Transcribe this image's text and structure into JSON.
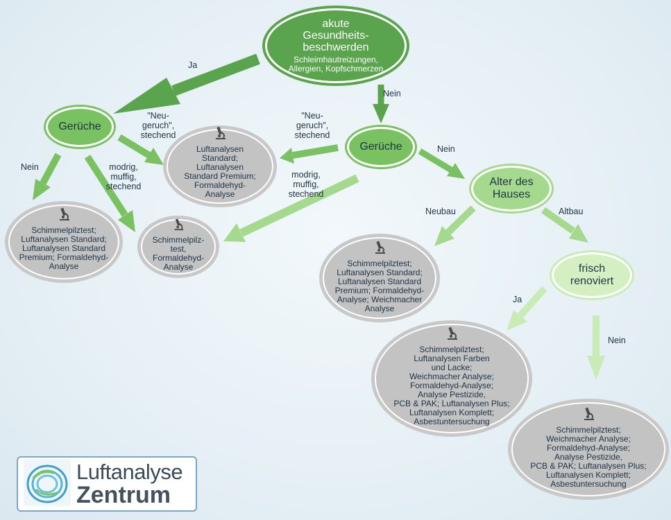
{
  "colors": {
    "dark_green": "#5ba44e",
    "mid_green": "#79c161",
    "light_green": "#a5d98d",
    "pale_green": "#c9ecb6",
    "gray_ellipse": "#c3c3c3",
    "text_dark": "#1d3346"
  },
  "icons": {
    "result_icon": "microscope-icon",
    "logo_icon": "spiral-logo-icon"
  },
  "nodes": {
    "root": {
      "title": "akute\nGesundheits-\nbeschwerden",
      "subtitle": "Schleimhautreizungen,\nAllergien, Kopfschmerzen"
    },
    "smell_left": {
      "title": "Gerüche"
    },
    "smell_right": {
      "title": "Gerüche"
    },
    "house_age": {
      "title": "Alter des\nHauses"
    },
    "renovated": {
      "title": "frisch\nrenoviert"
    }
  },
  "results": {
    "r1": "Luftanalysen\nStandard;\nLuftanalysen\nStandard Premium;\nFormaldehyd-\nAnalyse",
    "r2": "Schimmelpilztest;\nLuftanalysen Standard;\nLuftanalysen Standard\nPremium; Formaldehyd-\nAnalyse",
    "r3": "Schimmelpilz-\ntest,\nFormaldehyd-\nAnalyse",
    "r4": "Schimmelpilztest;\nLuftanalysen Standard;\nLuftanalysen Standard\nPremium; Formaldehyd-\nAnalyse; Weichmacher\nAnalyse",
    "r5": "Schimmelpilztest;\nLuftanalysen Farben\nund Lacke;\nWeichmacher Analyse;\nFormaldehyd-Analyse;\nAnalyse Pestizide,\nPCB & PAK; Luftanalysen Plus;\nLuftanalysen Komplett;\nAsbestuntersuchung",
    "r6": "Schimmelpilztest;\nWeichmacher Analyse;\nFormaldehyd-Analyse;\nAnalyse Pestizide,\nPCB & PAK; Luftanalysen Plus;\nLuftanalysen Komplett;\nAsbestuntersuchung"
  },
  "edge_labels": {
    "ja_top": "Ja",
    "nein_top": "Nein",
    "neugeruch_left": "\"Neu-\ngeruch\",\nstechend",
    "nein_left": "Nein",
    "modrig_left": "modrig,\nmuffig,\nstechend",
    "neugeruch_right": "\"Neu-\ngeruch\",\nstechend",
    "modrig_right": "modrig,\nmuffig,\nstechend",
    "nein_right": "Nein",
    "neubau": "Neubau",
    "altbau": "Altbau",
    "ja_bottom": "Ja",
    "nein_bottom": "Nein"
  },
  "logo": {
    "line1": "Luftanalyse",
    "line2": "Zentrum"
  }
}
